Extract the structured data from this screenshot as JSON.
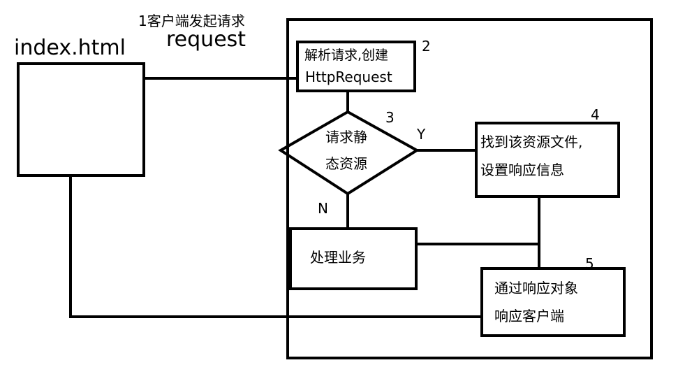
{
  "client": {
    "title": "index.html"
  },
  "request": {
    "step_label": "1客户端发起请求",
    "word": "request"
  },
  "steps": {
    "parse": {
      "number": "2",
      "line1": "解析请求,创建",
      "line2": "HttpRequest"
    },
    "decision": {
      "number": "3",
      "line1": "请求静",
      "line2": "态资源",
      "yes": "Y",
      "no": "N"
    },
    "find": {
      "number": "4",
      "line1": "找到该资源文件,",
      "line2": "设置响应信息"
    },
    "business": {
      "label": "处理业务"
    },
    "respond": {
      "number": "5",
      "line1": "通过响应对象",
      "line2": "响应客户端"
    }
  }
}
